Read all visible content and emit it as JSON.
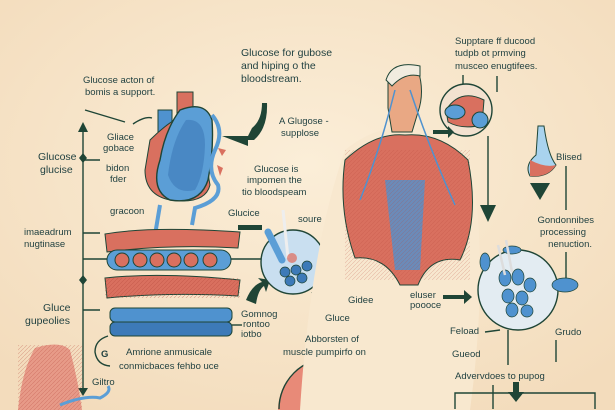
{
  "labels": {
    "top_center": [
      "Glucose for gubose",
      "and hiping o the",
      "bloodstream."
    ],
    "heart_caption": [
      "Glucose acton of",
      "bomis a support."
    ],
    "left_axis_1": [
      "Glucose",
      "glucise"
    ],
    "heart_side_1": [
      "Gliace",
      "gobace"
    ],
    "heart_side_2": [
      "bidon",
      "fder"
    ],
    "heart_bottom": "gracoon",
    "supply": [
      "A Glugose -",
      "supplose"
    ],
    "bloodstream": [
      "Glucose is",
      "impomen the",
      "tio bloodspeam"
    ],
    "glucice": "Glucice",
    "soure": "soure",
    "left_axis_2": [
      "imaeadrum",
      "nugtinase"
    ],
    "left_axis_3": [
      "Gluce",
      "gupeolies"
    ],
    "tube_side": [
      "Gomnog",
      "rontoo",
      "iotbo"
    ],
    "g_letter": "G",
    "tube_caption": [
      "Amrione anmusicale",
      "conmicbaces fehbo uce"
    ],
    "giltro": "Giltro",
    "gidee": "Gidee",
    "gluce": "Gluce",
    "absorption": [
      "Abborsten of",
      "muscle pumpirfo on"
    ],
    "top_right": [
      "Supptare ff ducood",
      "tudpb ot prmving",
      "musceo enugtifees."
    ],
    "blised": "Blised",
    "processing": [
      "Gondonnibes",
      "processing",
      "nenuction."
    ],
    "eluser": [
      "eluser",
      "poooce"
    ],
    "feload": "Feload",
    "grudo": "Grudo",
    "gueod": "Gueod",
    "advances": "Advervdoes to pupog"
  },
  "colors": {
    "background": "#f8e8cf",
    "line": "#1f4536",
    "muscle": "#d9705f",
    "blue": "#4f92cf"
  }
}
